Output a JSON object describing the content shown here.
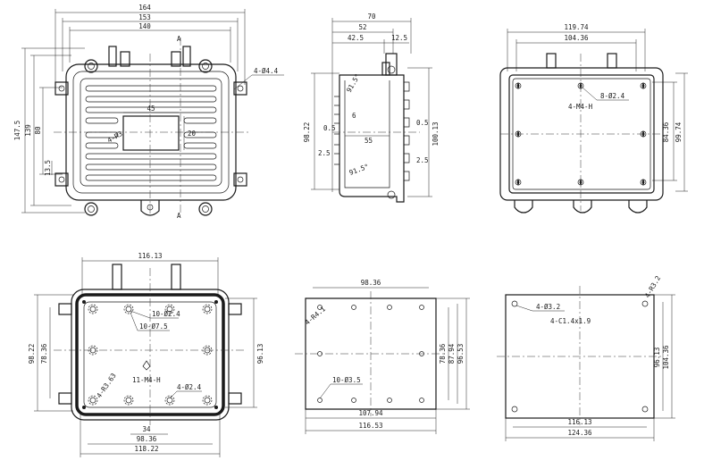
{
  "views": {
    "top": {
      "dims": {
        "w164": "164",
        "w153": "153",
        "w140": "140",
        "h147": "147.5",
        "h139": "139",
        "h80": "80",
        "h13": "13.5",
        "d45": "45",
        "d20": "20"
      },
      "callouts": {
        "holes": "4-Ø4.4",
        "radius": "4-R3",
        "section": "A"
      }
    },
    "section": {
      "dims": {
        "w70": "70",
        "w52": "52",
        "w42": "42.5",
        "w12": "12.5",
        "h98": "98.22",
        "h100": "100.13",
        "d6": "6",
        "d0_5a": "0.5",
        "d0_5b": "0.5",
        "d55": "55",
        "d2_5a": "2.5",
        "d2_5b": "2.5",
        "a91a": "91.5°",
        "a91b": "91.5°"
      }
    },
    "front": {
      "dims": {
        "w119": "119.74",
        "w104": "104.36",
        "h84": "84.36",
        "h99": "99.74"
      },
      "callouts": {
        "holes": "8-Ø2.4",
        "thread": "4-M4-H"
      }
    },
    "bottom": {
      "dims": {
        "w116": "116.13",
        "w34": "34",
        "w98": "98.36",
        "w118": "118.22",
        "h98": "98.22",
        "h78": "78.36",
        "h96": "96.13"
      },
      "callouts": {
        "c1": "10-Ø2.4",
        "c2": "10-Ø7.5",
        "c3": "4-R3.63",
        "c4": "4-Ø2.4",
        "c5": "11-M4-H"
      }
    },
    "plate": {
      "dims": {
        "w98": "98.36",
        "w107": "107.94",
        "w116": "116.53",
        "h78": "78.36",
        "h87": "87.94",
        "h96": "96.53"
      },
      "callouts": {
        "r": "4-R4.1",
        "holes": "10-Ø3.5"
      }
    },
    "lid": {
      "dims": {
        "w116": "116.13",
        "w124": "124.36",
        "h96": "96.13",
        "h104": "104.36"
      },
      "callouts": {
        "holes": "4-Ø3.2",
        "chamfer": "4-C1.4x1.9",
        "r": "4-R3.2"
      }
    }
  }
}
